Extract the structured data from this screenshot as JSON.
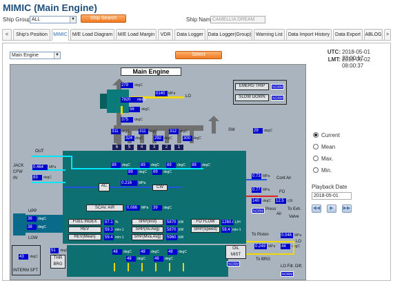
{
  "title": "MIMIC (Main Engine)",
  "header": {
    "ship_group_label": "Ship Group",
    "ship_group_value": "ALL",
    "ship_search": "Ship Search",
    "ship_name_label": "Ship Name",
    "ship_name_value": "CAMELLIA DREAM"
  },
  "tabs": [
    "<",
    "Ship's Position",
    "MIMIC",
    "M/E Load Diagram",
    "M/E Load Margin",
    "VDR",
    "Data Logger",
    "Data Logger(Group)",
    "Warning List",
    "Data Import History",
    "Data Export",
    "ABLOG",
    ">"
  ],
  "toolbar": {
    "view_select": "Main Engine",
    "select_button": "Select",
    "utc_label": "UTC:",
    "utc_value": "2018-05-01 23:00:17",
    "lmt_label": "LMT:",
    "lmt_value": "2018-05-02 08:00:37"
  },
  "side": {
    "options": [
      "Current",
      "Mean",
      "Max.",
      "Min."
    ],
    "playback_label": "Playback Date",
    "playback_date": "2018-05-01"
  },
  "diagram": {
    "title": "Main Engine",
    "emerg_trip": "EMERG TRIP",
    "slow_down": "SLOW DOWN",
    "norm": "NORM",
    "tc": {
      "v1": "279",
      "u1": "degC",
      "v2": "0140",
      "u2": "MPa",
      "v3": "7820",
      "u3": "min-1",
      "v4": "56",
      "u4": "degC",
      "v5": "375",
      "u5": "degC",
      "lo": "LO"
    },
    "exh": {
      "top": [
        "311",
        "311",
        "312"
      ],
      "bot": [
        "324",
        "292",
        "300"
      ],
      "unit": "degC",
      "cyls": [
        "6",
        "5",
        "4",
        "3",
        "2",
        "1"
      ]
    },
    "sw": {
      "label": "SW",
      "value": "29",
      "unit": "degC"
    },
    "out": "OUT",
    "jack": {
      "label1": "JACK",
      "label2": "CFW",
      "label3": "IN",
      "v1": "0.464",
      "u1": "MPa",
      "v2": "83",
      "u2": "degC"
    },
    "cw_temps": [
      "89",
      "89",
      "89",
      "89",
      "89",
      "89"
    ],
    "cw_unit": "degC",
    "cont_air": {
      "label": "Cont Air",
      "value": "0.73",
      "unit": "MPa"
    },
    "fo": {
      "label": "FO",
      "v1": "0.77",
      "u1": "MPa",
      "v2": "140",
      "u2": "degC",
      "v3": "12.5",
      "u3": "cSt"
    },
    "ac": "AC",
    "cw": "CW",
    "ac_press": "0.216",
    "ac_unit": "MPa",
    "scav": {
      "label": "SCAV. AIR",
      "v1": "0.066",
      "u1": "MPa",
      "v2": "39",
      "u2": "degC"
    },
    "press_air": {
      "label1": "Press",
      "label2": "Air"
    },
    "to_exh": {
      "label1": "To Exh.",
      "label2": "Valve"
    },
    "fuel_index": {
      "label": "FUEL INDEX",
      "value": "57.1",
      "unit": "%"
    },
    "rev": {
      "label": "REV",
      "value": "59.3",
      "unit": "min-1"
    },
    "rev_mean": {
      "label": "REV(Mean)",
      "value": "59.4",
      "unit": "min-1"
    },
    "shp_inst": {
      "label": "SHP(Inst)",
      "value": "5870",
      "unit": "kW"
    },
    "shp_avg1": {
      "label": "SHP(Av.Avg)",
      "value": "5870",
      "unit": "kW"
    },
    "shp_avg2": {
      "label": "SHP(Mva.Avg)",
      "value": "5960",
      "unit": "kW"
    },
    "fo_flow": {
      "label": "FO FLOW",
      "value": "1260.0",
      "unit": "L/H"
    },
    "shp_speed": {
      "label": "SHP(Speed)",
      "value": "58.4",
      "unit": "min-1"
    },
    "upp": "UPP",
    "low": "LOW",
    "upp_t1": "36",
    "upp_t2": "38",
    "upp_unit": "degC",
    "interm_sft": "INTERM SFT",
    "interm_val": "43",
    "interm_unit": "degC",
    "thr_brg": {
      "label1": "THR",
      "label2": "BRG",
      "value": "51",
      "unit": "degC"
    },
    "brg_temps": [
      "48",
      "48",
      "48",
      "48",
      "48"
    ],
    "brg_unit": "degC",
    "oil_mist": {
      "label1": "OIL",
      "label2": "MIST"
    },
    "to_piston": "To Piston",
    "to_brg": "To BRG",
    "piston_v": "0.046",
    "piston_u": "MPa",
    "brg_v": "0.249",
    "brg_u": "MPa",
    "brg_t": "44",
    "brg_tu": "degC",
    "lo2": "LO",
    "lo_filt": "LO Filt. Diff."
  }
}
